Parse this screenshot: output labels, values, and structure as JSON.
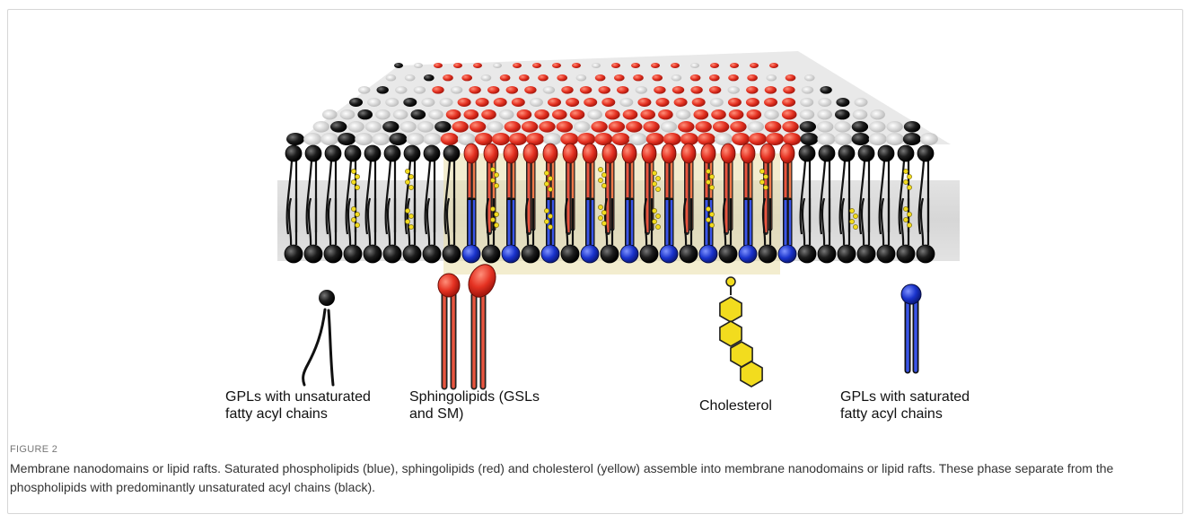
{
  "figure": {
    "tag": "FIGURE 2",
    "caption": "Membrane nanodomains or lipid rafts. Saturated phospholipids (blue), sphingolipids (red) and cholesterol (yellow) assemble into membrane nanodomains or lipid rafts. These phase separate from the phospholipids with predominantly unsaturated acyl chains (black)."
  },
  "legend": [
    {
      "label": "GPLs with unsaturated\nfatty acyl chains",
      "icon": "unsaturated-gpl-icon",
      "color": "#111111"
    },
    {
      "label": "Sphingolipids (GSLs\nand SM)",
      "icon": "sphingolipid-icon",
      "color": "#e53222"
    },
    {
      "label": "Cholesterol",
      "icon": "cholesterol-icon",
      "color": "#f2dc1e"
    },
    {
      "label": "GPLs with saturated\nfatty acyl chains",
      "icon": "saturated-gpl-icon",
      "color": "#1a33cc"
    }
  ],
  "colors": {
    "unsaturated": "#111111",
    "sphingolipid": "#e53222",
    "cholesterol": "#f2dc1e",
    "saturated": "#1a33cc",
    "raft_tint": "#eadfa8"
  }
}
